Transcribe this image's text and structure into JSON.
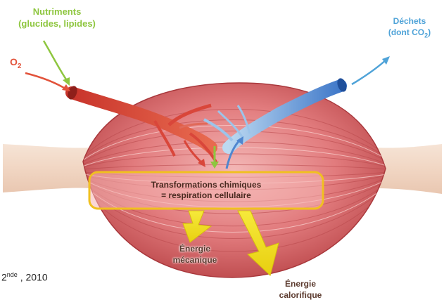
{
  "labels": {
    "nutriments_line1": "Nutriments",
    "nutriments_line2": "(glucides, lipides)",
    "o2": "O",
    "o2_sub": "2",
    "dechets_line1": "Déchets",
    "dechets_line2": "(dont CO",
    "dechets_sub": "2",
    "dechets_close": ")",
    "box_line1": "Transformations chimiques",
    "box_line2": "= respiration cellulaire",
    "meca_line1": "Énergie",
    "meca_line2": "mécanique",
    "calo_line1": "Énergie",
    "calo_line2": "calorifique"
  },
  "credit": {
    "level": "2",
    "level_sup": "nde",
    "year": ", 2010"
  },
  "colors": {
    "nutrient_green": "#8ec63f",
    "waste_blue": "#4fa3d8",
    "oxygen_red": "#e2523a",
    "muscle_red": "#d9676b",
    "energy_yellow": "#f2e020",
    "box_border": "#f0c020"
  }
}
